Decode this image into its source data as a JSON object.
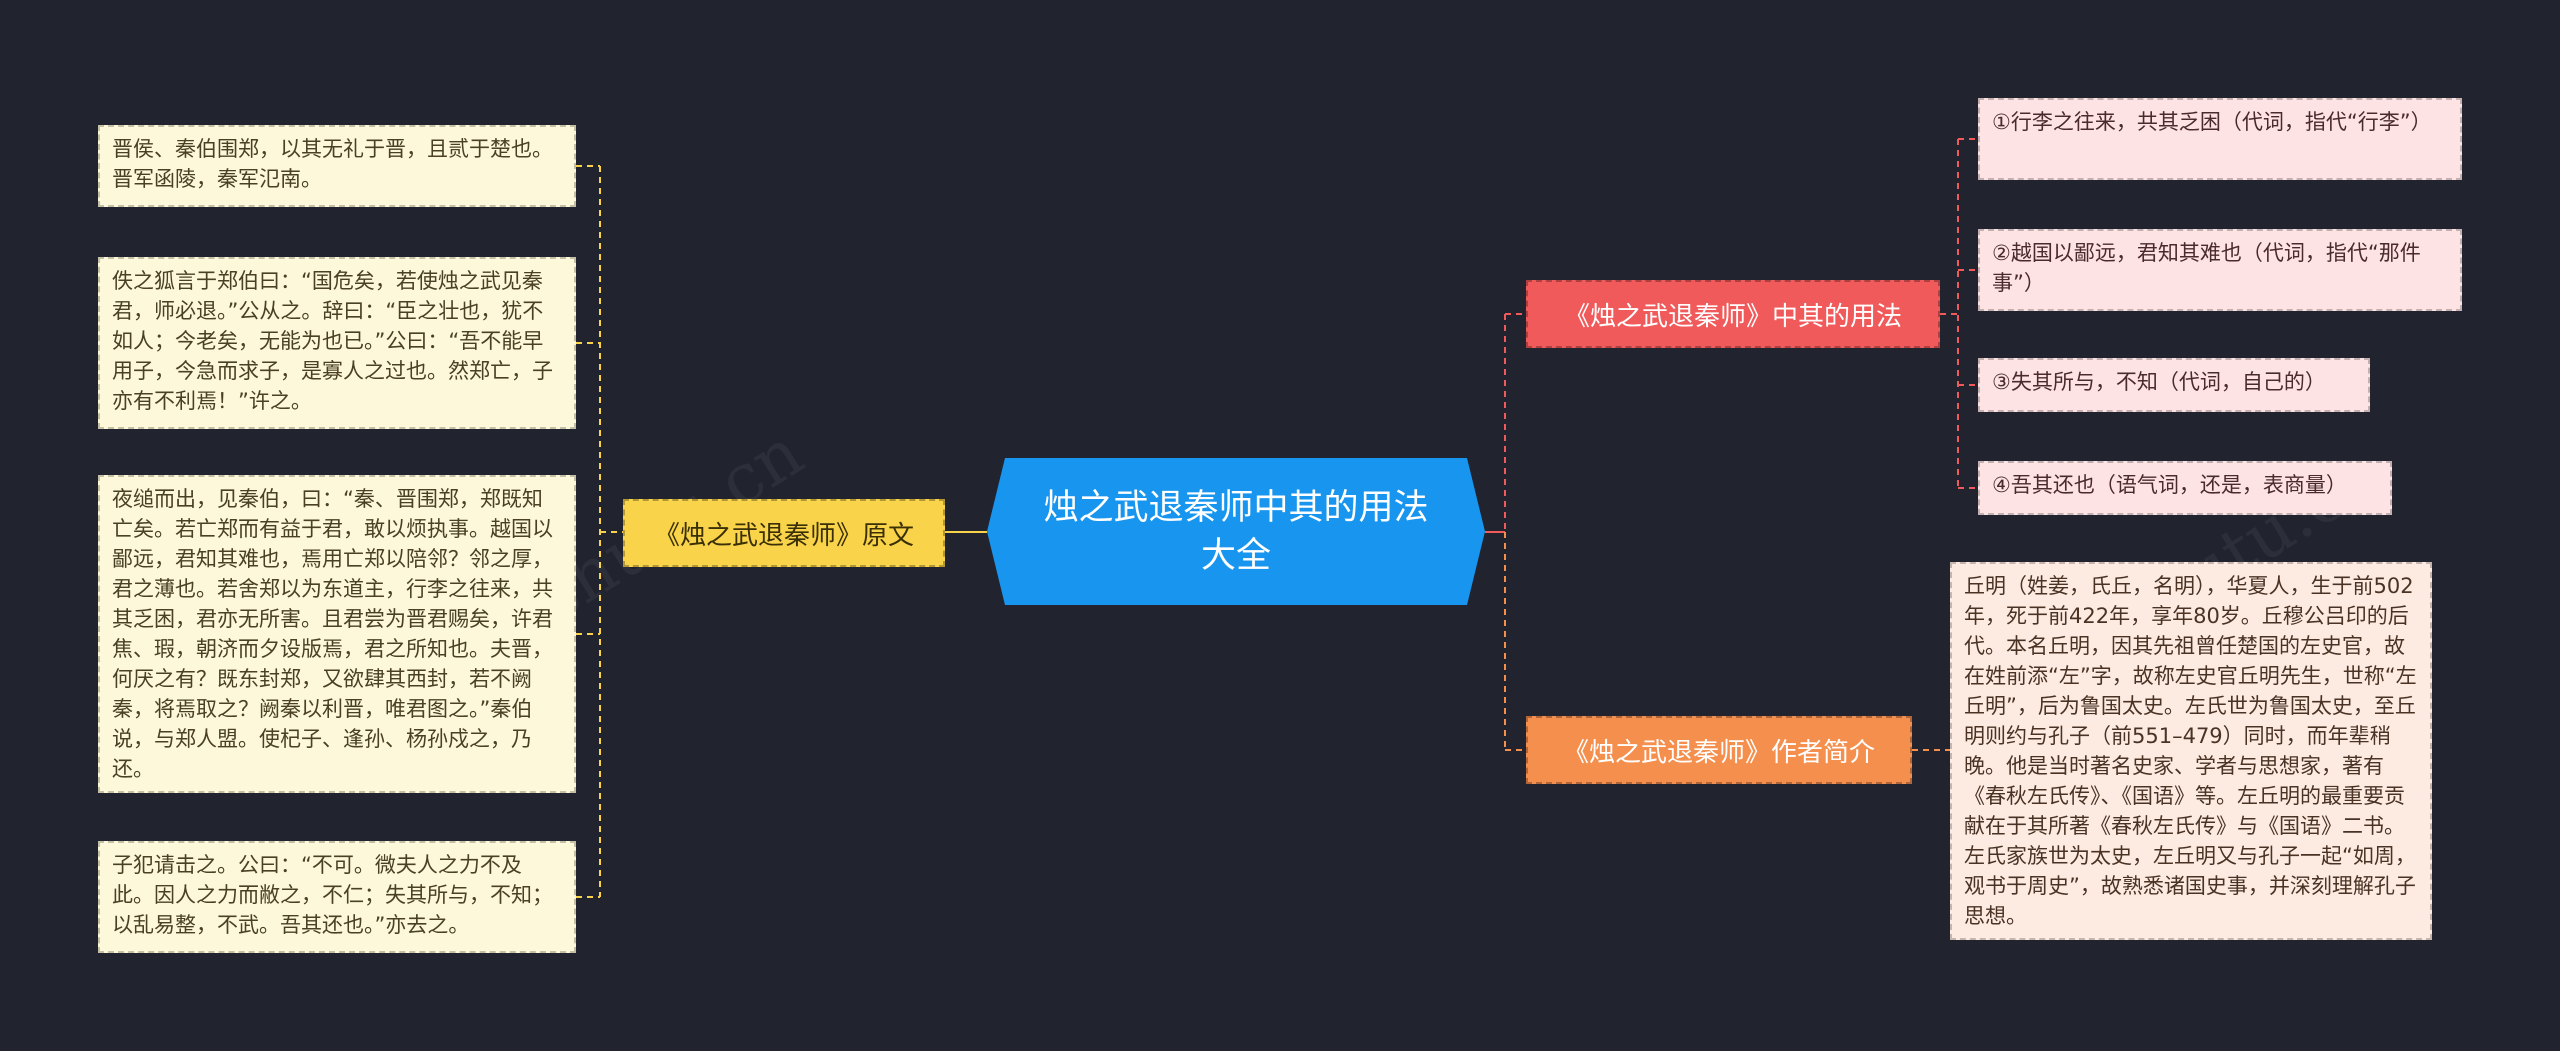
{
  "root": {
    "title": "烛之武退秦师中其的用法大全"
  },
  "left_branch": {
    "label": "《烛之武退秦师》原文",
    "leaves": [
      "晋侯、秦伯围郑，以其无礼于晋，且贰于楚也。晋军函陵，秦军氾南。",
      "佚之狐言于郑伯曰：“国危矣，若使烛之武见秦君，师必退。”公从之。辞曰：“臣之壮也，犹不如人；今老矣，无能为也已。”公曰：“吾不能早用子，今急而求子，是寡人之过也。然郑亡，子亦有不利焉！”许之。",
      "夜缒而出，见秦伯，曰：“秦、晋围郑，郑既知亡矣。若亡郑而有益于君，敢以烦执事。越国以鄙远，君知其难也，焉用亡郑以陪邻？邻之厚，君之薄也。若舍郑以为东道主，行李之往来，共其乏困，君亦无所害。且君尝为晋君赐矣，许君焦、瑕，朝济而夕设版焉，君之所知也。夫晋，何厌之有？既东封郑，又欲肆其西封，若不阙秦，将焉取之？阙秦以利晋，唯君图之。”秦伯说，与郑人盟。使杞子、逢孙、杨孙戍之，乃还。",
      "子犯请击之。公曰：“不可。微夫人之力不及此。因人之力而敝之，不仁；失其所与，不知；以乱易整，不武。吾其还也。”亦去之。"
    ]
  },
  "usage_branch": {
    "label": "《烛之武退秦师》中其的用法",
    "leaves": [
      "①行李之往来，共其乏困（代词，指代“行李”）",
      "②越国以鄙远，君知其难也（代词，指代“那件事”）",
      "③失其所与，不知（代词，自己的）",
      "④吾其还也（语气词，还是，表商量）"
    ]
  },
  "author_branch": {
    "label": "《烛之武退秦师》作者简介",
    "leaves": [
      "丘明（姓姜，氏丘，名明），华夏人，生于前502年，死于前422年，享年80岁。丘穆公吕印的后代。本名丘明，因其先祖曾任楚国的左史官，故在姓前添“左”字，故称左史官丘明先生，世称“左丘明”，后为鲁国太史。左氏世为鲁国太史，至丘明则约与孔子（前551–479）同时，而年辈稍晚。他是当时著名史家、学者与思想家，著有《春秋左氏传》、《国语》等。左丘明的最重要贡献在于其所著《春秋左氏传》与《国语》二书。左氏家族世为太史，左丘明又与孔子一起“如周，观书于周史”，故熟悉诸国史事，并深刻理解孔子思想。"
    ]
  },
  "colors": {
    "background": "#21232f",
    "root": "#1895ee",
    "left_branch": "#f9d44a",
    "usage_branch": "#f15a5a",
    "author_branch": "#f58f4e",
    "leaf_yellow": "#fdf8d9",
    "leaf_pink": "#fde3e4",
    "leaf_orange": "#fdebe2"
  }
}
